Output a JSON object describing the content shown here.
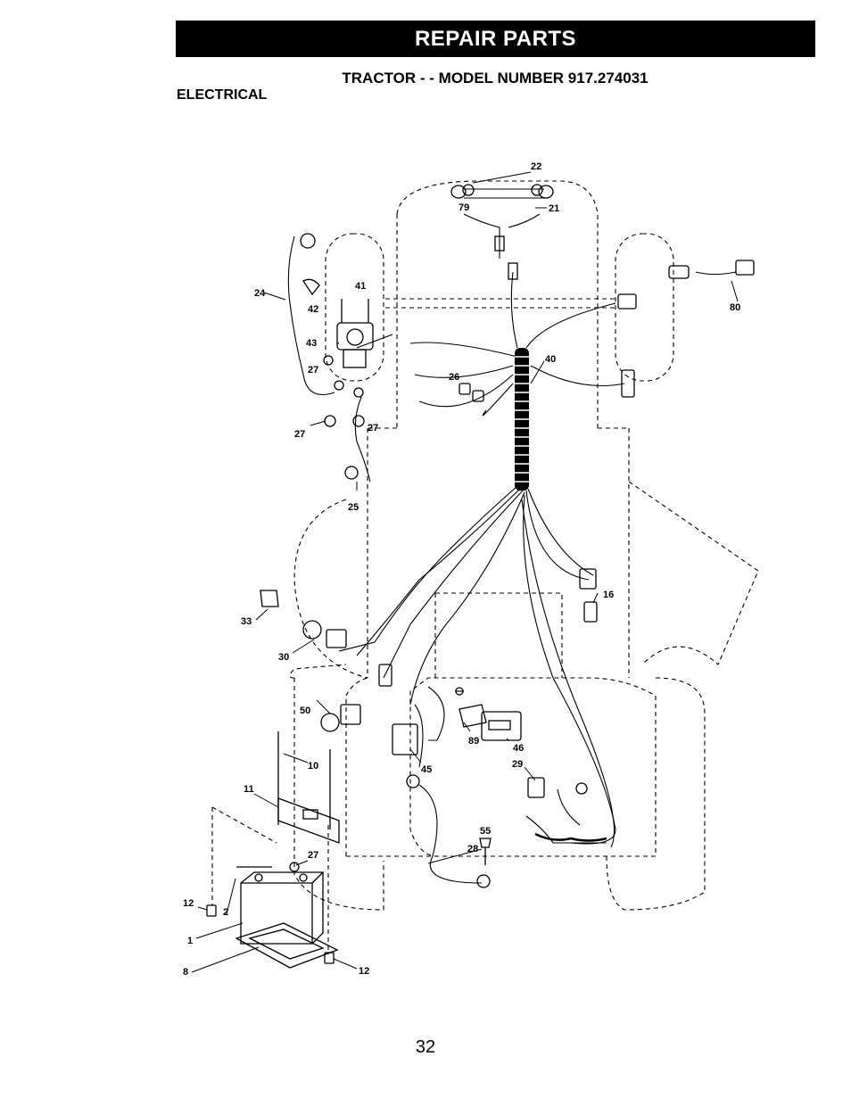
{
  "header": {
    "banner": "REPAIR PARTS"
  },
  "title": "TRACTOR - - MODEL NUMBER 917.274031",
  "section": "ELECTRICAL",
  "page_number": "32",
  "callouts": {
    "c22": "22",
    "c79": "79",
    "c21": "21",
    "c80": "80",
    "c24": "24",
    "c41": "41",
    "c42": "42",
    "c43": "43",
    "c27a": "27",
    "c27b": "27",
    "c27c": "27",
    "c27d": "27",
    "c40": "40",
    "c26": "26",
    "c25": "25",
    "c16": "16",
    "c33": "33",
    "c30": "30",
    "c50": "50",
    "c10": "10",
    "c11": "11",
    "c89": "89",
    "c46": "46",
    "c45": "45",
    "c29": "29",
    "c55": "55",
    "c28": "28",
    "c12a": "12",
    "c2": "2",
    "c1": "1",
    "c8": "8",
    "c12b": "12"
  }
}
